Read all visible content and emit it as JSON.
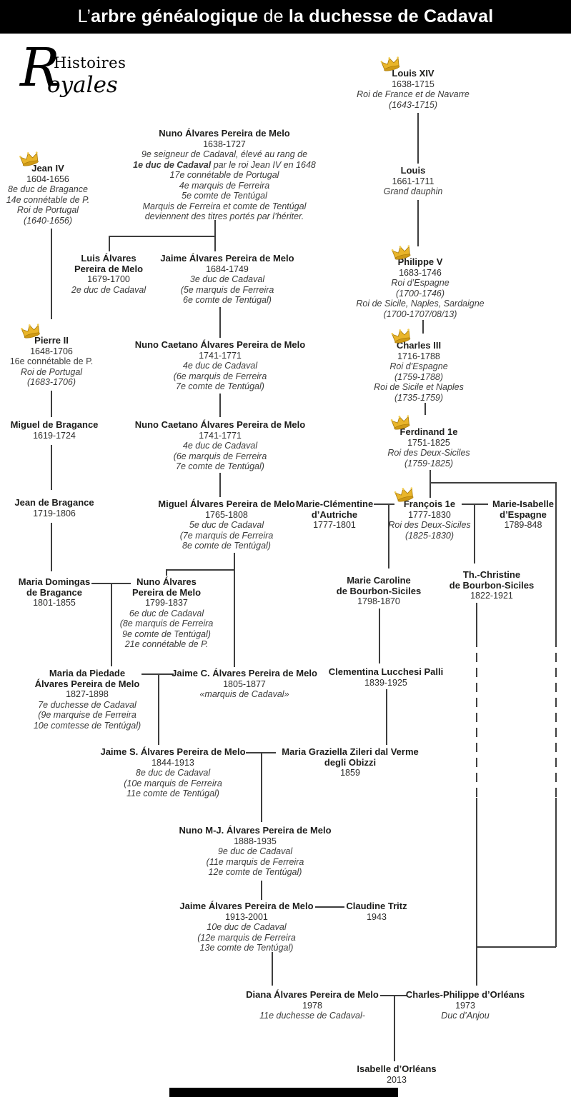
{
  "title": {
    "prefix": "L’",
    "bold1": "arbre généalogique",
    "mid": " de ",
    "bold2": "la duchesse de Cadaval"
  },
  "logo": {
    "initial": "R",
    "word1": "Histoires",
    "rest": "oyales"
  },
  "colors": {
    "bar": "#000000",
    "text": "#1d1d1b",
    "role_text": "#3c3c3b",
    "line": "#3e3e3e",
    "crown_gold": "#e9b52a"
  },
  "nodes": {
    "louis_xiv": {
      "name1": "Louis XIV",
      "dates": "1638-1715",
      "roles": [
        "Roi de France et de Navarre",
        "(1643-1715)"
      ]
    },
    "louis_dauphin": {
      "name1": "Louis",
      "dates": "1661-1711",
      "roles": [
        "Grand dauphin"
      ]
    },
    "philippe_v": {
      "name1": "Philippe V",
      "dates": "1683-1746",
      "roles": [
        "Roi d’Espagne",
        "(1700-1746)",
        "Roi de Sicile, Naples, Sardaigne",
        "(1700-1707/08/13)"
      ]
    },
    "charles_iii": {
      "name1": "Charles III",
      "dates": "1716-1788",
      "roles": [
        "Roi d’Espagne",
        "(1759-1788)",
        "Roi de Sicile et Naples",
        "(1735-1759)"
      ]
    },
    "ferdinand": {
      "name1": "Ferdinand 1e",
      "dates": "1751-1825",
      "roles": [
        "Roi des Deux-Siciles",
        "(1759-1825)"
      ]
    },
    "jean_iv": {
      "name1": "Jean IV",
      "dates": "1604-1656",
      "roles": [
        "8e duc de Bragance",
        "14e connétable de P.",
        "Roi de Portugal",
        "(1640-1656)"
      ]
    },
    "pierre_ii": {
      "name1": "Pierre II",
      "dates": "1648-1706",
      "roles": [
        "16e connétable de P.",
        "Roi de Portugal",
        "(1683-1706)"
      ]
    },
    "miguel_bragance": {
      "name1": "Miguel de Bragance",
      "dates": "1619-1724"
    },
    "jean_bragance": {
      "name1": "Jean de Bragance",
      "dates": "1719-1806"
    },
    "maria_domingas": {
      "name1": "Maria Domingas",
      "name2": "de Bragance",
      "dates": "1801-1855"
    },
    "nuno1": {
      "name1": "Nuno Álvares Pereira de Melo",
      "dates": "1638-1727",
      "role_pre": "9e seigneur de Cadaval, élevé au rang de",
      "role_bold": "1e duc de Cadaval",
      "role_post": " par le roi Jean IV en 1648",
      "roles": [
        "17e connétable de Portugal",
        "4e marquis de Ferreira",
        "5e comte de Tentúgal",
        "Marquis de Ferreira et comte de Tentúgal",
        "deviennent des titres portés par l’hériter."
      ]
    },
    "luis": {
      "name1": "Luis Álvares",
      "name2": "Pereira de Melo",
      "dates": "1679-1700",
      "roles": [
        "2e duc de Cadaval"
      ]
    },
    "jaime3": {
      "name1": "Jaime Álvares Pereira de Melo",
      "dates": "1684-1749",
      "roles": [
        "3e duc de Cadaval",
        "(5e marquis de Ferreira",
        "6e comte de Tentúgal)"
      ]
    },
    "nuno_caetano_a": {
      "name1": "Nuno Caetano Álvares Pereira de Melo",
      "dates": "1741-1771",
      "roles": [
        "4e duc de Cadaval",
        "(6e marquis de Ferreira",
        "7e comte de Tentúgal)"
      ]
    },
    "nuno_caetano_b": {
      "name1": "Nuno Caetano Álvares Pereira de Melo",
      "dates": "1741-1771",
      "roles": [
        "4e duc de Cadaval",
        "(6e marquis de Ferreira",
        "7e comte de Tentúgal)"
      ]
    },
    "miguel5": {
      "name1": "Miguel Álvares Pereira de Melo",
      "dates": "1765-1808",
      "roles": [
        "5e duc de Cadaval",
        "(7e marquis de Ferreira",
        "8e comte de Tentúgal)"
      ]
    },
    "marie_clementine": {
      "name1": "Marie-Clémentine",
      "name2": "d’Autriche",
      "dates": "1777-1801"
    },
    "francois": {
      "name1": "François 1e",
      "dates": "1777-1830",
      "roles": [
        "Roi des Deux-Siciles",
        "(1825-1830)"
      ]
    },
    "marie_isabelle": {
      "name1": "Marie-Isabelle",
      "name2": "d’Espagne",
      "dates": "1789-848"
    },
    "nuno6": {
      "name1": "Nuno Álvares",
      "name2": "Pereira de Melo",
      "dates": "1799-1837",
      "roles": [
        "6e duc de Cadaval",
        "(8e marquis de Ferreira",
        "9e comte de Tentúgal)",
        "21e connétable de P."
      ]
    },
    "marie_caroline": {
      "name1": "Marie Caroline",
      "name2": "de Bourbon-Siciles",
      "dates": "1798-1870"
    },
    "th_christine": {
      "name1": "Th.-Christine",
      "name2": "de Bourbon-Siciles",
      "dates": "1822-1921"
    },
    "maria_piedade": {
      "name1": "Maria da Piedade",
      "name2": "Álvares Pereira de Melo",
      "dates": "1827-1898",
      "roles": [
        "7e duchesse de Cadaval",
        "(9e marquise de Ferreira",
        "10e comtesse de Tentúgal)"
      ]
    },
    "jaime_c": {
      "name1": "Jaime C. Álvares Pereira de Melo",
      "dates": "1805-1877",
      "roles": [
        "«marquis de Cadaval»"
      ]
    },
    "clementina": {
      "name1": "Clementina Lucchesi Palli",
      "dates": "1839-1925"
    },
    "jaime_s": {
      "name1": "Jaime S. Álvares Pereira de Melo",
      "dates": "1844-1913",
      "roles": [
        "8e duc de Cadaval",
        "(10e marquis de Ferreira",
        "11e comte de Tentúgal)"
      ]
    },
    "maria_graziella": {
      "name1": "Maria Graziella Zileri dal Verme",
      "name2": "degli Obizzi",
      "dates": "1859"
    },
    "nuno_mj": {
      "name1": "Nuno M-J. Álvares Pereira de Melo",
      "dates": "1888-1935",
      "roles": [
        "9e duc de Cadaval",
        "(11e marquis de Ferreira",
        "12e comte de Tentúgal)"
      ]
    },
    "jaime10": {
      "name1": "Jaime Álvares Pereira de Melo",
      "dates": "1913-2001",
      "roles": [
        "10e duc de Cadaval",
        "(12e marquis de Ferreira",
        "13e comte de Tentúgal)"
      ]
    },
    "claudine": {
      "name1": "Claudine Tritz",
      "dates": "1943"
    },
    "diana": {
      "name1": "Diana Álvares Pereira de Melo",
      "dates": "1978",
      "roles": [
        "11e duchesse de Cadaval-"
      ]
    },
    "charles_philippe": {
      "name1": "Charles-Philippe d’Orléans",
      "dates": "1973",
      "roles": [
        "Duc d’Anjou"
      ]
    },
    "isabelle": {
      "name1": "Isabelle d’Orléans",
      "dates": "2013"
    }
  }
}
